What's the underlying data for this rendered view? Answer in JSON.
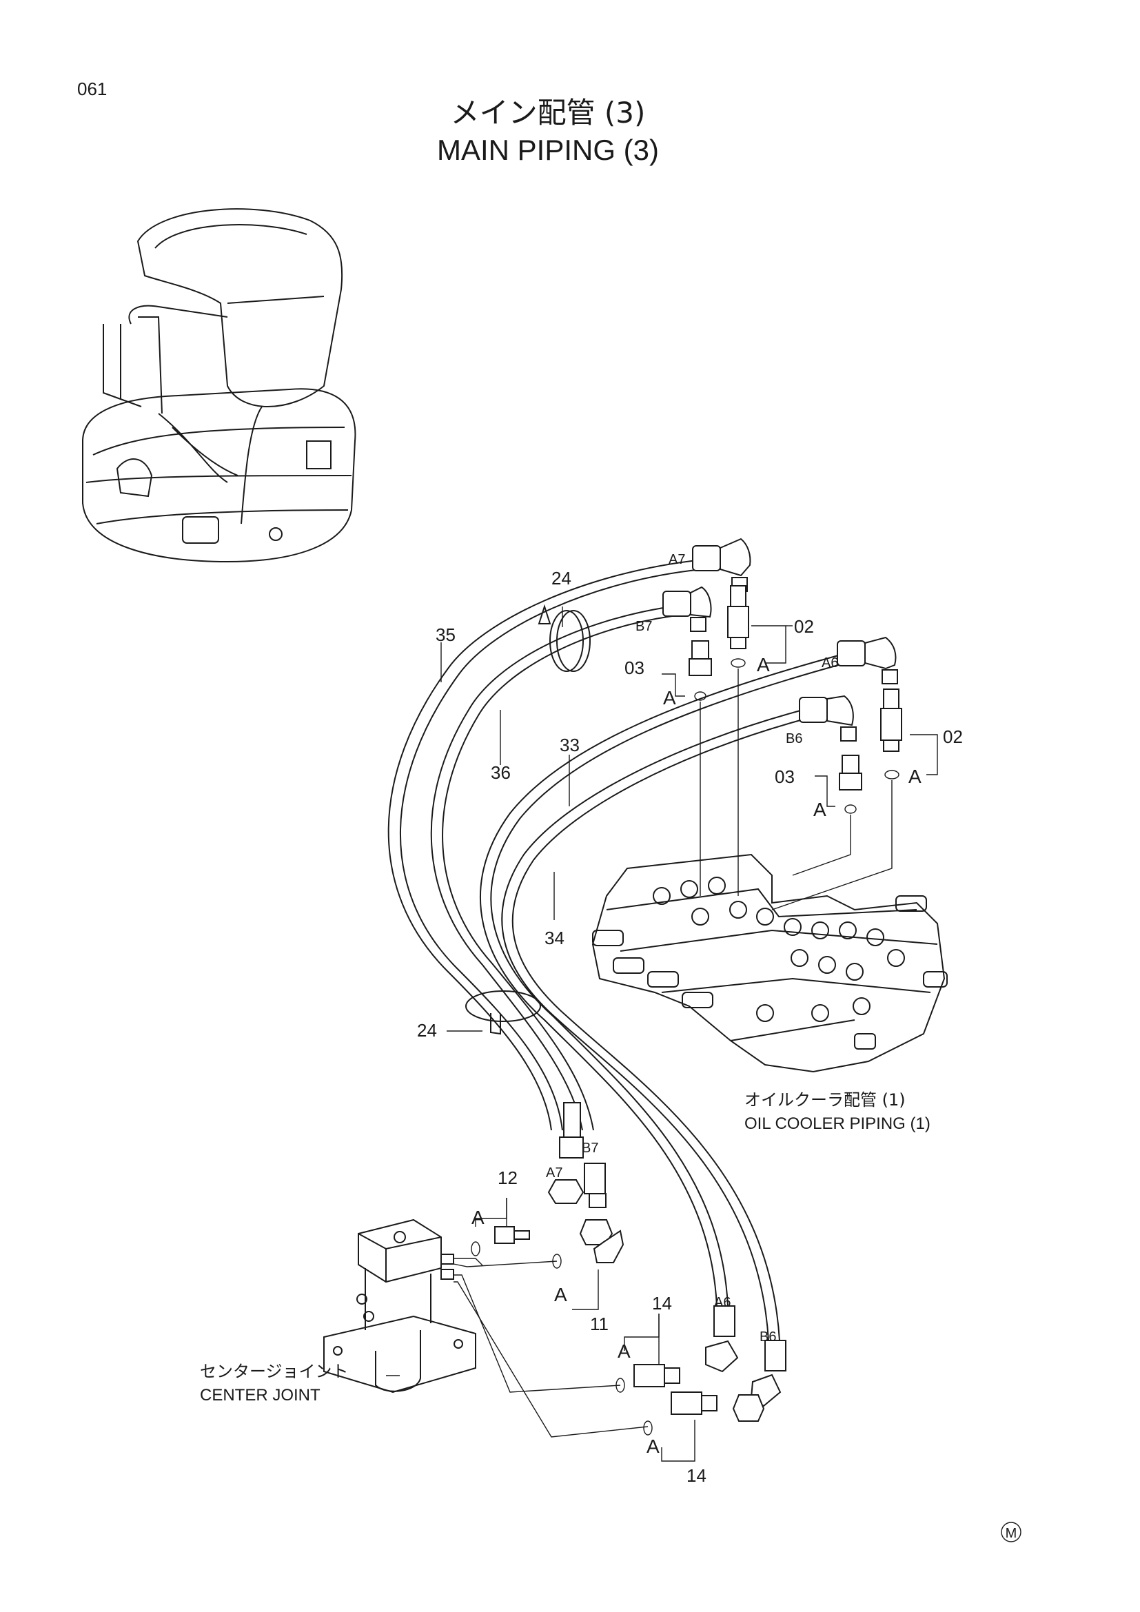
{
  "page_code": "061",
  "title_jp": "メイン配管 (3)",
  "title_en": "MAIN PIPING (3)",
  "parts": {
    "p02": "02",
    "p03": "03",
    "p11": "11",
    "p12": "12",
    "p14": "14",
    "p24": "24",
    "p33": "33",
    "p34": "34",
    "p35": "35",
    "p36": "36"
  },
  "ports": {
    "a6": "A6",
    "a7": "A7",
    "b6": "B6",
    "b7": "B7",
    "a": "A"
  },
  "oil_cooler_jp": "オイルクーラ配管 (1)",
  "oil_cooler_en": "OIL COOLER PIPING (1)",
  "center_joint_jp": "センタージョイント",
  "center_joint_en": "CENTER JOINT",
  "mark": "M"
}
